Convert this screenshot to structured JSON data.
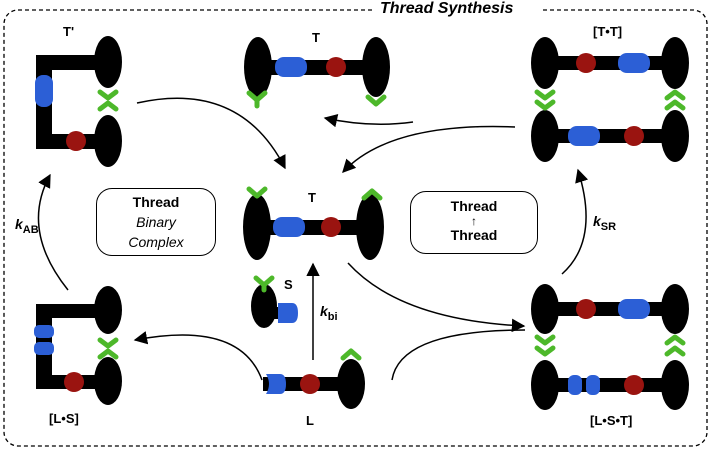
{
  "title": "Thread Synthesis",
  "colors": {
    "blue": "#2c5fd6",
    "red": "#9a1410",
    "green": "#4db82a",
    "black": "#000000"
  },
  "species": {
    "t_prime": "T'",
    "t_top": "T",
    "t_center": "T",
    "tt": "[T•T]",
    "s": "S",
    "l": "L",
    "ls": "[L•S]",
    "lst": "[L•S•T]"
  },
  "rates": {
    "k_ab": {
      "k": "k",
      "sub": "AB"
    },
    "k_bi": {
      "k": "k",
      "sub": "bi"
    },
    "k_sr": {
      "k": "k",
      "sub": "SR"
    }
  },
  "boxes": {
    "binary": {
      "line1": "Thread",
      "line2": "Binary",
      "line3": "Complex"
    },
    "self": {
      "top": "Thread",
      "arrow": "↑",
      "bottom": "Thread"
    }
  }
}
